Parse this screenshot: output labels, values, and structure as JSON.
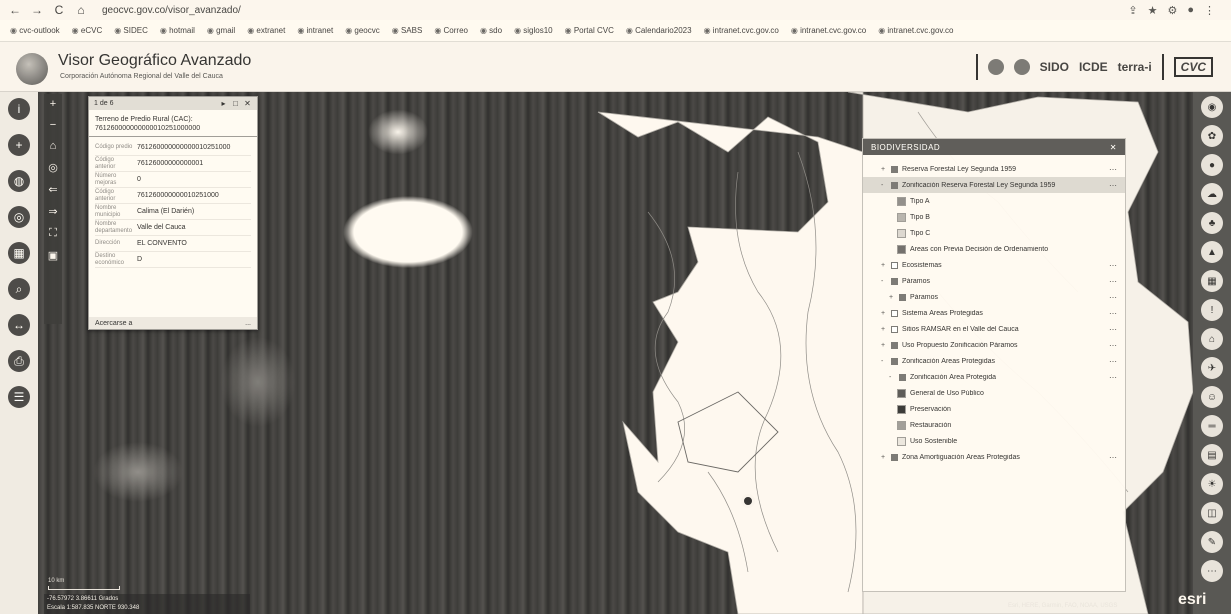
{
  "browser": {
    "url": "geocvc.gov.co/visor_avanzado/",
    "bookmarks": [
      "cvc-outlook",
      "eCVC",
      "SIDEC",
      "hotmail",
      "gmail",
      "extranet",
      "intranet",
      "geocvc",
      "SABS",
      "Correo",
      "sdo",
      "siglos10",
      "Portal CVC",
      "Calendario2023",
      "intranet.cvc.gov.co",
      "intranet.cvc.gov.co",
      "intranet.cvc.gov.co"
    ]
  },
  "app": {
    "title": "Visor Geográfico Avanzado",
    "subtitle": "Corporación Autónoma Regional del Valle del Cauca",
    "partners": [
      "SIDO",
      "ICDE",
      "terra-i",
      "CVC"
    ]
  },
  "identify_popup": {
    "count": "1 de 6",
    "title": "Terreno de Predio Rural (CAC): 761260000000000010251000000",
    "rows": [
      {
        "key": "Código predio",
        "value": "761260000000000010251000"
      },
      {
        "key": "Código anterior",
        "value": "76126000000000001"
      },
      {
        "key": "Número mejoras",
        "value": "0"
      },
      {
        "key": "Código anterior",
        "value": "761260000000010251000"
      },
      {
        "key": "Nombre municipio",
        "value": "Calima (El Darién)"
      },
      {
        "key": "Nombre departamento",
        "value": "Valle del Cauca"
      },
      {
        "key": "Dirección",
        "value": "EL CONVENTO"
      },
      {
        "key": "Destino económico",
        "value": "D"
      }
    ],
    "footer_left": "Acercarse a",
    "footer_right": "..."
  },
  "layer_panel": {
    "title": "BIODIVERSIDAD",
    "items": [
      {
        "label": "Reserva Forestal Ley Segunda 1959",
        "indent": 0,
        "expand": "+",
        "checked": true,
        "swatch": null,
        "selected": false
      },
      {
        "label": "Zonificación Reserva Forestal Ley Segunda 1959",
        "indent": 0,
        "expand": "-",
        "checked": true,
        "swatch": null,
        "selected": true
      },
      {
        "label": "Tipo A",
        "indent": 2,
        "expand": "",
        "checked": null,
        "swatch": "#8c8c8c",
        "selected": false
      },
      {
        "label": "Tipo B",
        "indent": 2,
        "expand": "",
        "checked": null,
        "swatch": "#b0b0b0",
        "selected": false
      },
      {
        "label": "Tipo C",
        "indent": 2,
        "expand": "",
        "checked": null,
        "swatch": "#d2d2d2",
        "selected": false
      },
      {
        "label": "Áreas con Previa Decisión de Ordenamiento",
        "indent": 2,
        "expand": "",
        "checked": null,
        "swatch": "#6e6e6e",
        "selected": false
      },
      {
        "label": "Ecosistemas",
        "indent": 0,
        "expand": "+",
        "checked": false,
        "swatch": null,
        "selected": false
      },
      {
        "label": "Páramos",
        "indent": 0,
        "expand": "-",
        "checked": true,
        "swatch": null,
        "selected": false
      },
      {
        "label": "Páramos",
        "indent": 1,
        "expand": "+",
        "checked": true,
        "swatch": null,
        "selected": false
      },
      {
        "label": "Sistema Áreas Protegidas",
        "indent": 0,
        "expand": "+",
        "checked": false,
        "swatch": null,
        "selected": false
      },
      {
        "label": "Sitios RAMSAR en el Valle del Cauca",
        "indent": 0,
        "expand": "+",
        "checked": false,
        "swatch": null,
        "selected": false
      },
      {
        "label": "Uso Propuesto Zonificación Páramos",
        "indent": 0,
        "expand": "+",
        "checked": true,
        "swatch": null,
        "selected": false
      },
      {
        "label": "Zonificación Áreas Protegidas",
        "indent": 0,
        "expand": "-",
        "checked": true,
        "swatch": null,
        "selected": false
      },
      {
        "label": "Zonificación Área Protegida",
        "indent": 1,
        "expand": "-",
        "checked": true,
        "swatch": null,
        "selected": false
      },
      {
        "label": "General de Uso Público",
        "indent": 2,
        "expand": "",
        "checked": null,
        "swatch": "#5a5a5a",
        "selected": false
      },
      {
        "label": "Preservación",
        "indent": 2,
        "expand": "",
        "checked": null,
        "swatch": "#3a3a3a",
        "selected": false
      },
      {
        "label": "Restauración",
        "indent": 2,
        "expand": "",
        "checked": null,
        "swatch": "#9a9a9a",
        "selected": false
      },
      {
        "label": "Uso Sostenible",
        "indent": 2,
        "expand": "",
        "checked": null,
        "swatch": "#e0e0e0",
        "selected": false
      },
      {
        "label": "Zona Amortiguación Áreas Protegidas",
        "indent": 0,
        "expand": "+",
        "checked": true,
        "swatch": null,
        "selected": false
      }
    ]
  },
  "status": {
    "scale_label": "10 km",
    "coords": "-76.57972 3.86611 Grados",
    "scale_text": "Escala 1:587.835 NORTE 930.348",
    "attribution": "Esri, HERE, Garmin, FAO, NOAA, USGS",
    "esri": "esri"
  }
}
